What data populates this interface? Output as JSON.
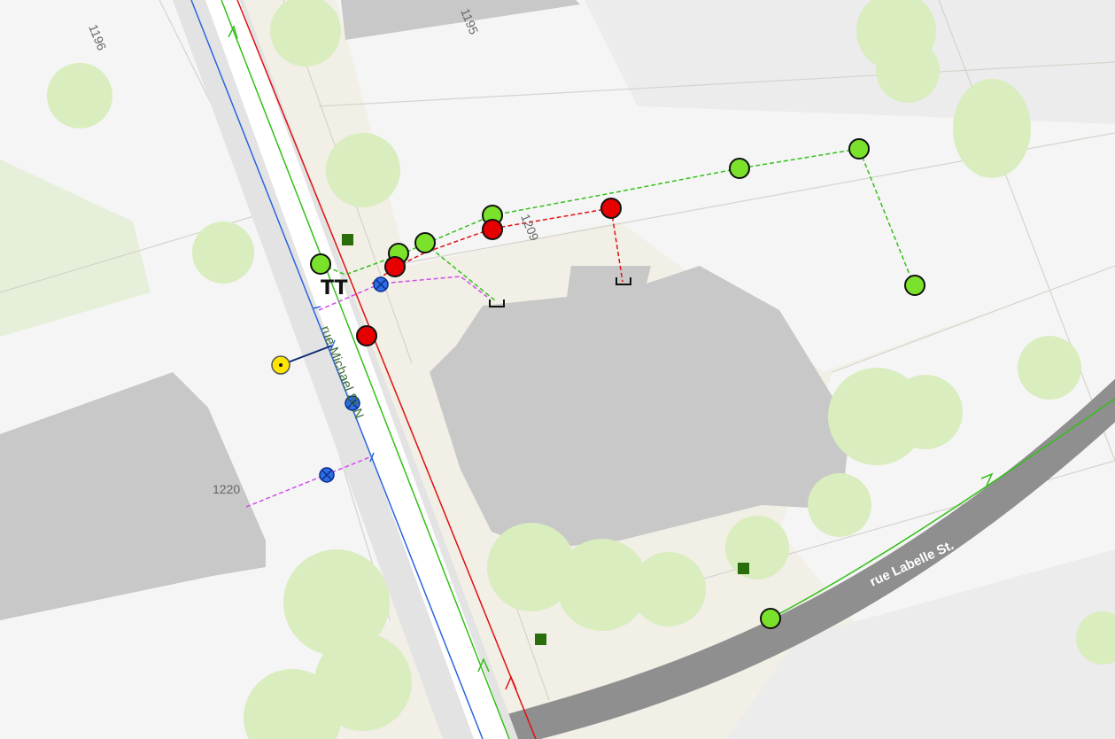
{
  "map": {
    "colors": {
      "ground": "#f1efe6",
      "lot": "#f5f5f5",
      "lot_alt": "#ececec",
      "building": "#c8c8c8",
      "tree_fill": "#d9edbf",
      "tree_stroke": "#c3de9f",
      "sidewalk": "#e3e3e3",
      "road_white": "#ffffff",
      "road_dark": "#8f8f8f",
      "line_red": "#e01010",
      "line_green": "#34c019",
      "line_blue": "#2a64e0",
      "line_pink": "#d04de8",
      "node_green": "#7be22b",
      "node_red": "#e60000",
      "node_blue": "#2e6de4",
      "node_yellow": "#ffe500",
      "marker_darkgreen": "#2a6e0c",
      "service_navy": "#0d2b6e"
    },
    "labels": {
      "lot_1196": "1196",
      "lot_1195": "1195",
      "lot_1209": "1209",
      "lot_1220": "1220",
      "street_michael": "rue Michael St N",
      "street_labelle": "rue Labelle St.",
      "tee_marks": "TT"
    },
    "icons": {
      "transformer": "tee-symbol",
      "cleanout": "bracket-symbol",
      "valve": "cross-circle-symbol",
      "hydrant": "dot-circle-symbol",
      "marker": "square-symbol"
    }
  }
}
